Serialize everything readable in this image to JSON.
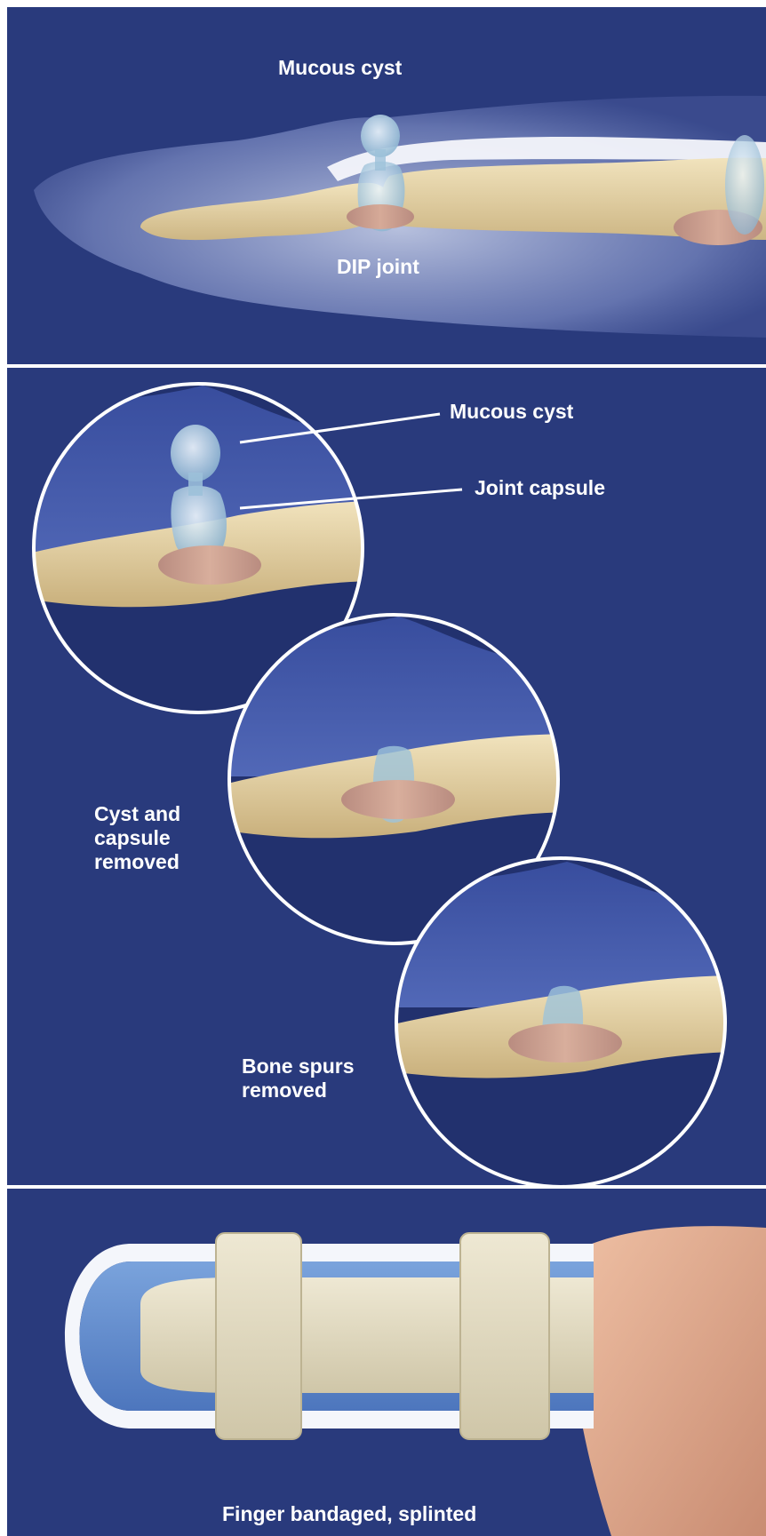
{
  "panels": {
    "top": {
      "cyst_label": "Mucous cyst",
      "joint_label": "DIP joint"
    },
    "middle": {
      "callout_cyst": "Mucous cyst",
      "callout_capsule": "Joint capsule",
      "step_removed": "Cyst and\ncapsule\nremoved",
      "step_spurs": "Bone spurs\nremoved"
    },
    "bottom": {
      "caption": "Finger bandaged, splinted"
    }
  },
  "colors": {
    "background": "#293a7c",
    "bone": "#e6d2a4",
    "tendon": "#c79b8c",
    "cyst": "#a9cbe0",
    "bandage": "#e3dcc2",
    "splint": "#5b86c9",
    "skin": "#e0a98c"
  }
}
